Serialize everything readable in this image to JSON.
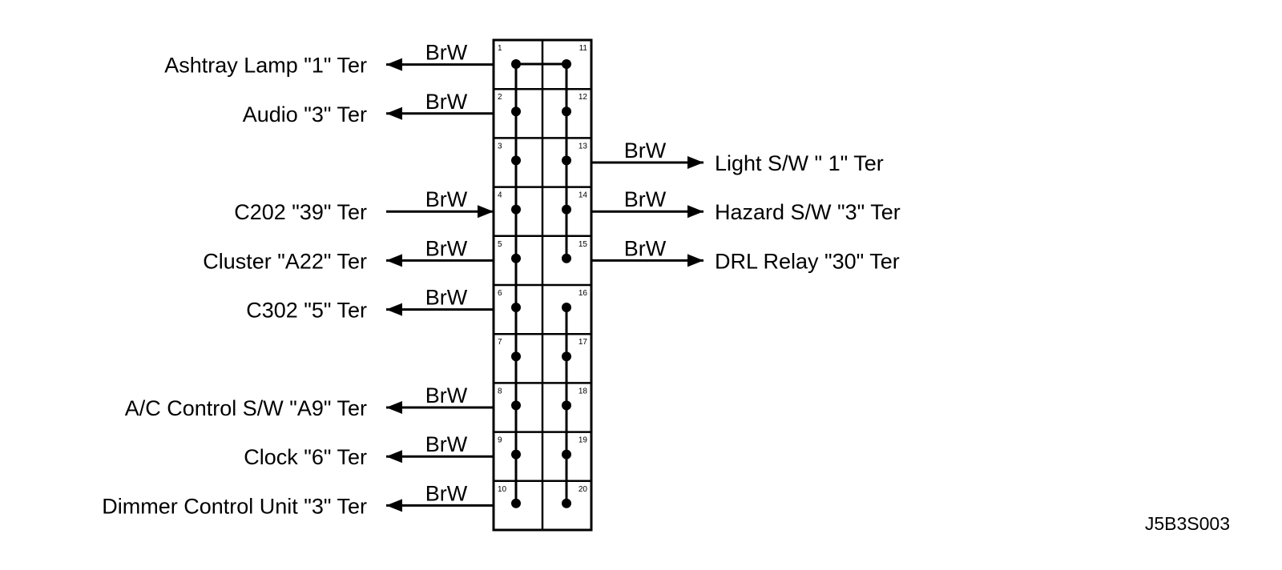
{
  "connector": {
    "left_pins": [
      "1",
      "2",
      "3",
      "4",
      "5",
      "6",
      "7",
      "8",
      "9",
      "10"
    ],
    "right_pins": [
      "11",
      "12",
      "13",
      "14",
      "15",
      "16",
      "17",
      "18",
      "19",
      "20"
    ]
  },
  "connections": [
    {
      "label": "Ashtray Lamp  \"1\" Ter",
      "wire": "BrW",
      "side": "left",
      "row": 1,
      "direction": "out"
    },
    {
      "label": "Audio \"3\" Ter",
      "wire": "BrW",
      "side": "left",
      "row": 2,
      "direction": "out"
    },
    {
      "label": "C202  \"39\" Ter",
      "wire": "BrW",
      "side": "left",
      "row": 4,
      "direction": "in"
    },
    {
      "label": "Cluster  \"A22\" Ter",
      "wire": "BrW",
      "side": "left",
      "row": 5,
      "direction": "out"
    },
    {
      "label": "C302 \"5\" Ter",
      "wire": "BrW",
      "side": "left",
      "row": 6,
      "direction": "out"
    },
    {
      "label": "A/C Control S/W  \"A9\" Ter",
      "wire": "BrW",
      "side": "left",
      "row": 8,
      "direction": "out"
    },
    {
      "label": "Clock  \"6\" Ter",
      "wire": "BrW",
      "side": "left",
      "row": 9,
      "direction": "out"
    },
    {
      "label": "Dimmer Control Unit  \"3\" Ter",
      "wire": "BrW",
      "side": "left",
      "row": 10,
      "direction": "out"
    },
    {
      "label": "Light S/W  \" 1\" Ter",
      "wire": "BrW",
      "side": "right",
      "row": 3,
      "direction": "out"
    },
    {
      "label": "Hazard S/W  \"3\" Ter",
      "wire": "BrW",
      "side": "right",
      "row": 4,
      "direction": "out"
    },
    {
      "label": "DRL Relay \"30\" Ter",
      "wire": "BrW",
      "side": "right",
      "row": 5,
      "direction": "out"
    }
  ],
  "figure_code": "J5B3S003"
}
